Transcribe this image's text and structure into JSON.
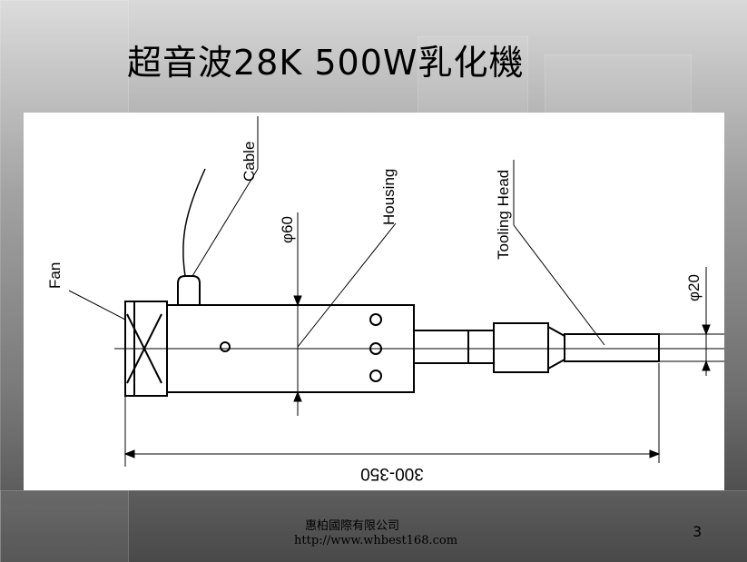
{
  "slide": {
    "title": "超音波28K 500W乳化機",
    "page_number": "3"
  },
  "footer": {
    "company": "惠柏國際有限公司",
    "url": "http://www.whbest168.com"
  },
  "diagram": {
    "labels": {
      "fan": "Fan",
      "cable": "Cable",
      "housing": "Housing",
      "tooling_head": "Tooling Head"
    },
    "dimensions": {
      "housing_diameter": "φ60",
      "tip_diameter": "φ20",
      "total_length": "300-350"
    }
  }
}
